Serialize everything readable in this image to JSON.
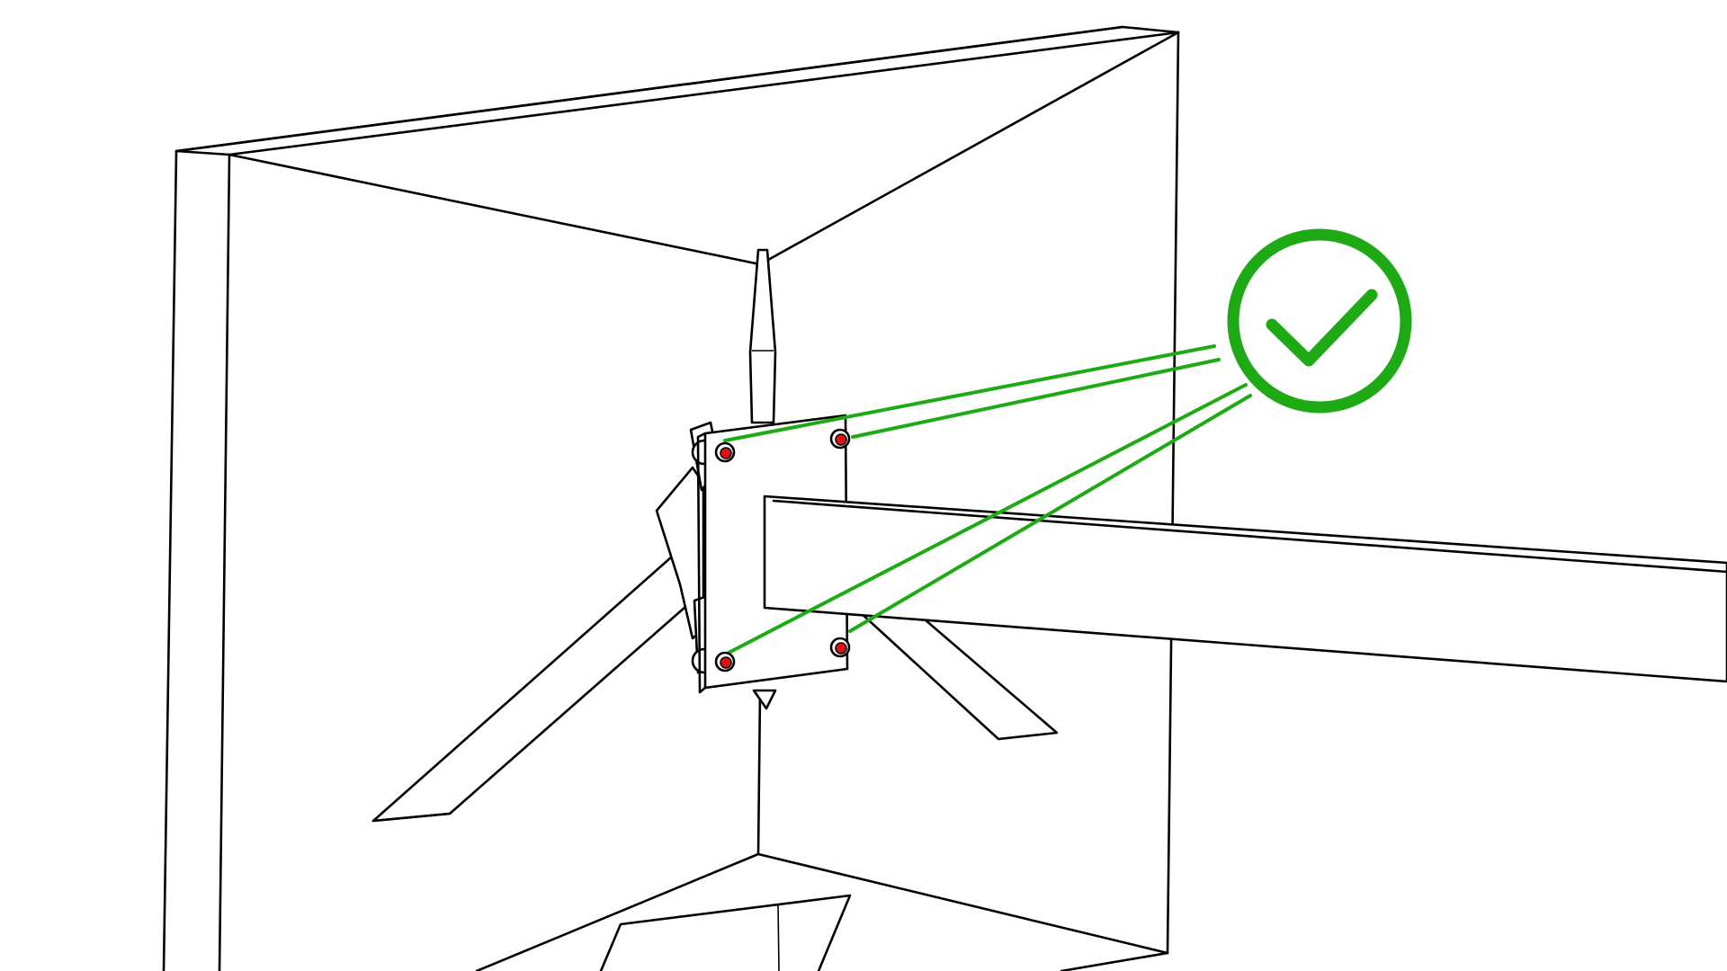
{
  "diagram": {
    "subject": "monitor-rear-with-vesa-arm-mount",
    "line_color": "#000000",
    "accent_color": "#1eaa14",
    "screw_color": "#e01010",
    "screws": [
      {
        "id": "top-left",
        "status": "ok"
      },
      {
        "id": "top-right",
        "status": "ok"
      },
      {
        "id": "bottom-left",
        "status": "ok"
      },
      {
        "id": "bottom-right",
        "status": "ok"
      }
    ],
    "indicator": {
      "icon": "check-circle-icon",
      "meaning": "correct"
    }
  }
}
